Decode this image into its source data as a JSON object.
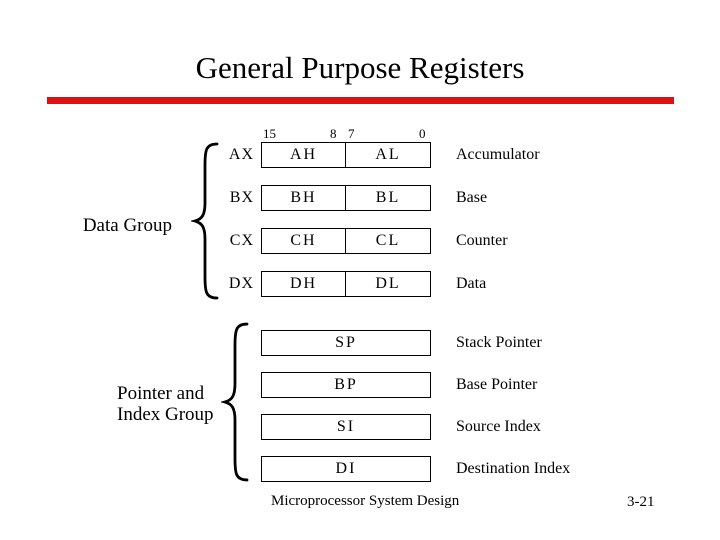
{
  "slide": {
    "title": "General Purpose Registers",
    "accent_color": "#dd1111",
    "footer_left": "Microprocessor System Design",
    "footer_right": "3-21"
  },
  "diagram": {
    "bit_labels": {
      "b15": "15",
      "b8": "8",
      "b7": "7",
      "b0": "0"
    },
    "data_group": {
      "label": "Data Group",
      "registers": [
        {
          "name": "AX",
          "high": "AH",
          "low": "AL",
          "description": "Accumulator"
        },
        {
          "name": "BX",
          "high": "BH",
          "low": "BL",
          "description": "Base"
        },
        {
          "name": "CX",
          "high": "CH",
          "low": "CL",
          "description": "Counter"
        },
        {
          "name": "DX",
          "high": "DH",
          "low": "DL",
          "description": "Data"
        }
      ]
    },
    "pointer_index_group": {
      "label_line1": "Pointer and",
      "label_line2": "Index Group",
      "registers": [
        {
          "name": "SP",
          "description": "Stack Pointer"
        },
        {
          "name": "BP",
          "description": "Base Pointer"
        },
        {
          "name": "SI",
          "description": "Source Index"
        },
        {
          "name": "DI",
          "description": "Destination Index"
        }
      ]
    }
  }
}
